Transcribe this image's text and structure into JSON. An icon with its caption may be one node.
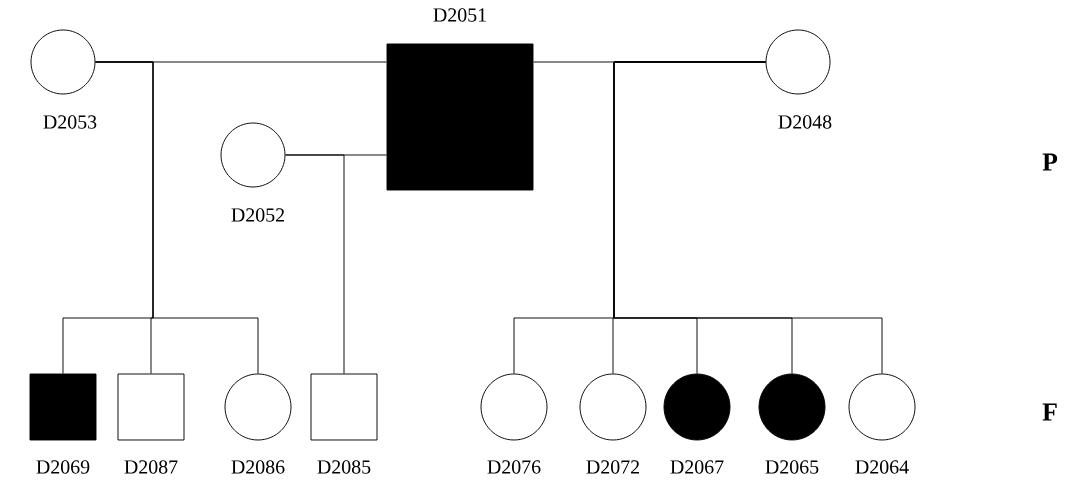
{
  "diagram": {
    "nodes": [
      {
        "text": [
          "D2053"
        ]
      },
      {
        "text": [
          "D2051"
        ]
      },
      {
        "text": [
          "D2048"
        ]
      },
      {
        "text": [
          "D2052"
        ]
      },
      {
        "text": [
          "D2069"
        ]
      },
      {
        "text": [
          "D2087"
        ]
      },
      {
        "text": [
          "D2086"
        ]
      },
      {
        "text": [
          "D2085"
        ]
      },
      {
        "text": [
          "D2076"
        ]
      },
      {
        "text": [
          "D2072"
        ]
      },
      {
        "text": [
          "D2067"
        ]
      },
      {
        "text": [
          "D2065"
        ]
      },
      {
        "text": [
          "D2064"
        ]
      }
    ],
    "edges": [
      {
        "from": 0,
        "to": 1,
        "arrow": "none"
      },
      {
        "from": 3,
        "to": 1,
        "arrow": "none"
      },
      {
        "from": 1,
        "to": 2,
        "arrow": "none"
      },
      {
        "from": 0,
        "to": 4,
        "arrow": "none"
      },
      {
        "from": 0,
        "to": 5,
        "arrow": "none"
      },
      {
        "from": 0,
        "to": 6,
        "arrow": "none"
      },
      {
        "from": 3,
        "to": 7,
        "arrow": "none"
      },
      {
        "from": 2,
        "to": 8,
        "arrow": "none"
      },
      {
        "from": 2,
        "to": 9,
        "arrow": "none"
      },
      {
        "from": 2,
        "to": 10,
        "arrow": "none"
      },
      {
        "from": 2,
        "to": 11,
        "arrow": "none"
      },
      {
        "from": 2,
        "to": 12,
        "arrow": "none"
      }
    ],
    "labels": [
      "P",
      "F"
    ]
  }
}
